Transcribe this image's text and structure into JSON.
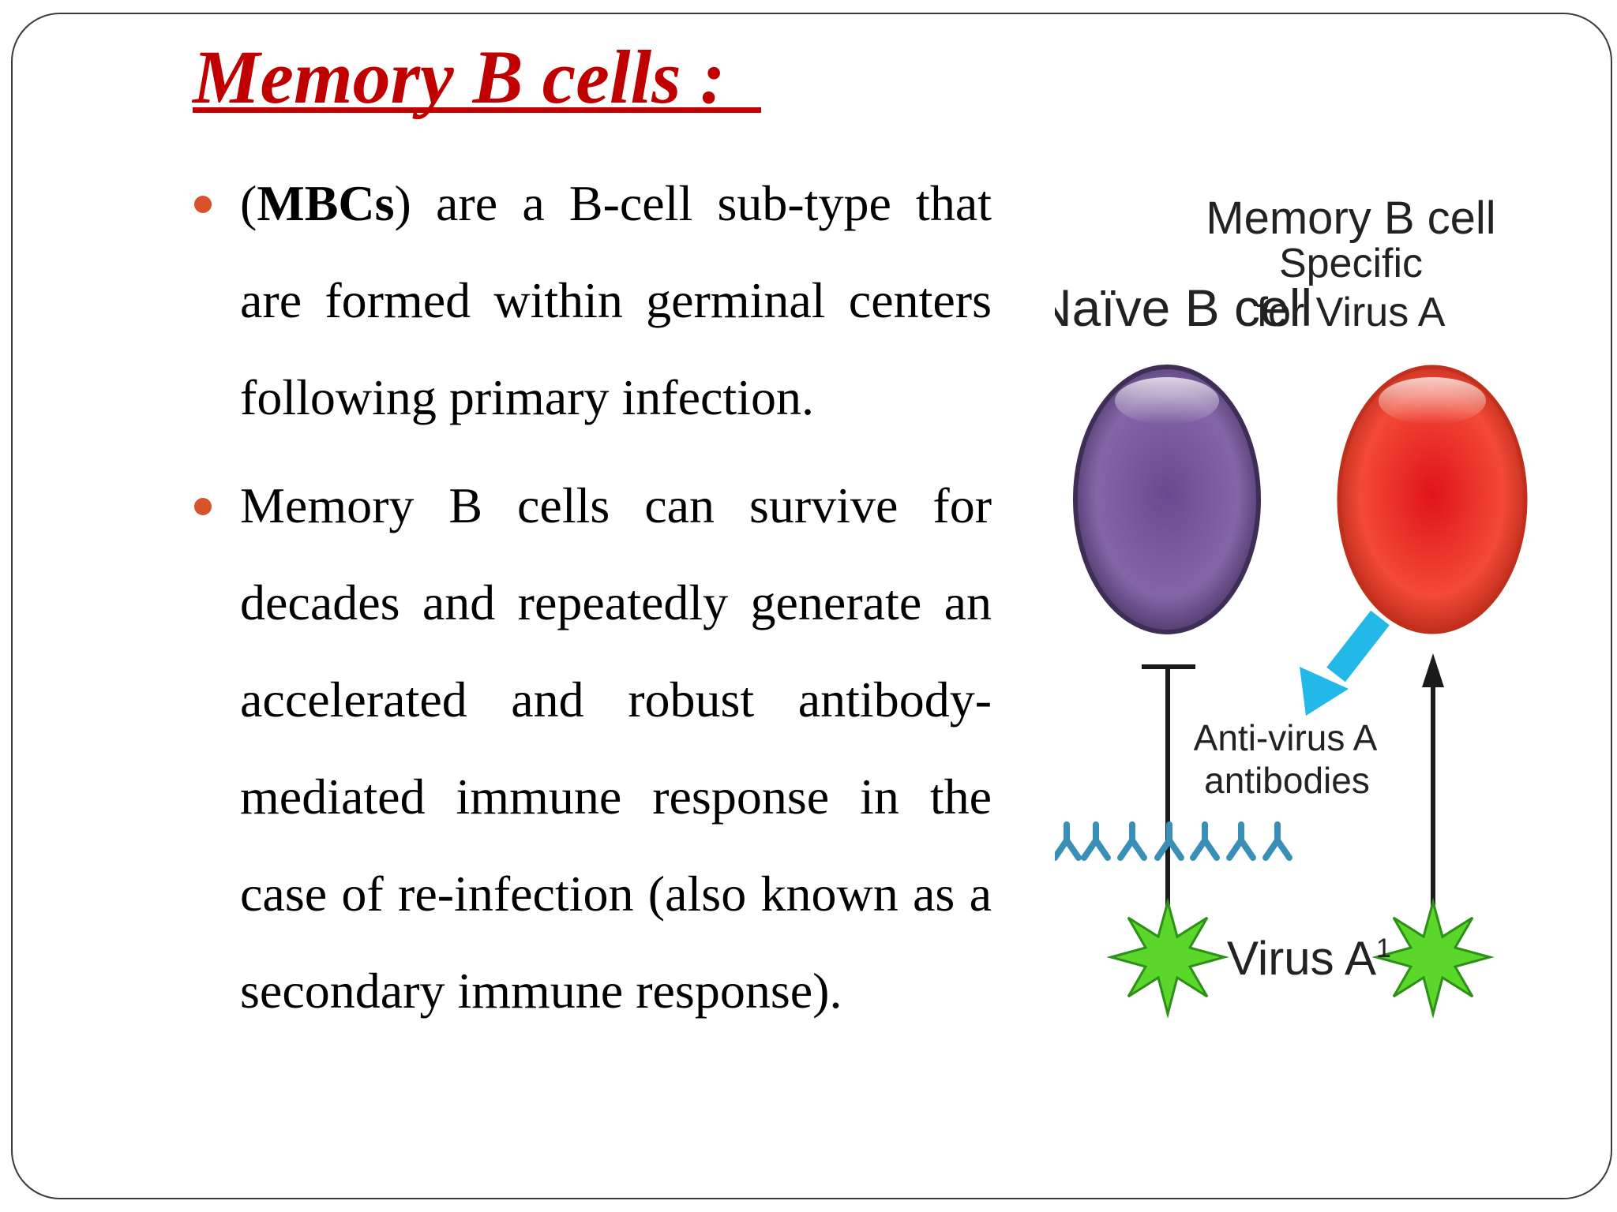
{
  "slide": {
    "title": "Memory B cells :",
    "bullets": [
      {
        "bold": "MBCs",
        "prefix": "(",
        "rest": ") are a B-cell sub-type that are formed within germinal centers following primary infection."
      },
      {
        "text": "Memory B cells can survive for decades and repeatedly generate an accelerated and robust antibody-mediated immune response in the case of re-infection (also known as a secondary immune response)."
      }
    ]
  },
  "figure": {
    "naive_label": "Naïve B cell",
    "memory_label_line1": "Memory B cell",
    "memory_label_line2": "Specific",
    "memory_label_line3": "for Virus A",
    "antibody_label_line1": "Anti-virus A",
    "antibody_label_line2": "antibodies",
    "virus_label": "Virus A",
    "virus_superscript": "1",
    "colors": {
      "naive_cell": "#7a5a9c",
      "memory_cell": "#f03a2a",
      "antibody": "#3a8fb7",
      "arrow_blue": "#22b8e8",
      "virus": "#5bd62a",
      "bullet": "#d9532a",
      "title": "#c00000"
    }
  }
}
